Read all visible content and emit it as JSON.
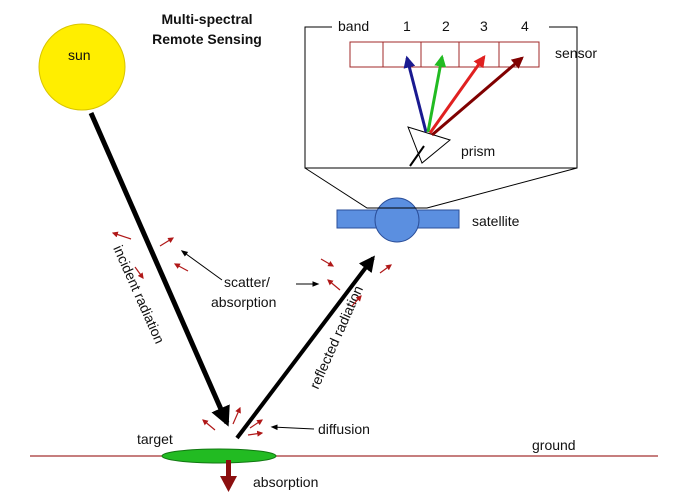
{
  "title": {
    "line1": "Multi-spectral",
    "line2": "Remote Sensing"
  },
  "labels": {
    "sun": "sun",
    "band": "band",
    "band_numbers": [
      "1",
      "2",
      "3",
      "4"
    ],
    "sensor": "sensor",
    "prism": "prism",
    "satellite": "satellite",
    "incident": "incident radiation",
    "reflected": "reflected radiation",
    "scatter_line1": "scatter/",
    "scatter_line2": "absorption",
    "diffusion": "diffusion",
    "target": "target",
    "ground": "ground",
    "absorption": "absorption"
  },
  "colors": {
    "sun_fill": "#ffee00",
    "sun_stroke": "#d8c400",
    "satellite_fill": "#5b8fe0",
    "satellite_stroke": "#2b4f9a",
    "target_fill": "#22bb22",
    "ground_line": "#a33030",
    "scatter_arrow": "#b01818",
    "sensor_cell_stroke": "#a02828",
    "band_colors": [
      "#1a1a90",
      "#22bb22",
      "#e02020",
      "#800000"
    ]
  }
}
